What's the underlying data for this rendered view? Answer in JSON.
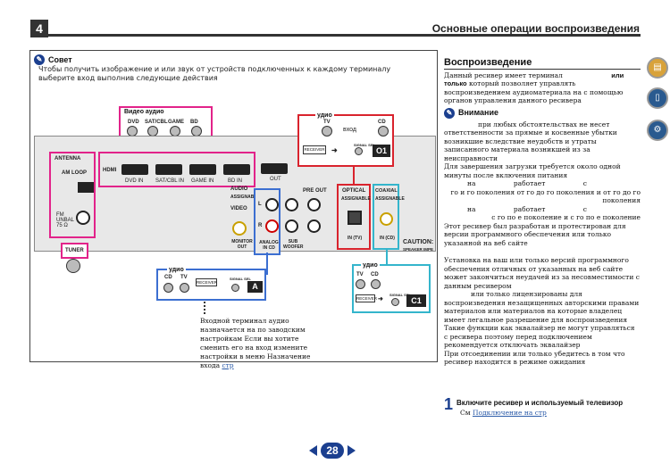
{
  "header": {
    "chapter": "4",
    "title": "Основные операции воспроизведения"
  },
  "tip": {
    "title": "Совет",
    "text": "Чтобы получить изображение и или звук от устройств подключенных к каждому терминалу выберите вход выполнив следующие действия"
  },
  "diagram": {
    "video_audio_label": "Видео аудио",
    "video_audio_buttons": [
      "DVD",
      "SAT/CBL",
      "GAME",
      "BD"
    ],
    "antenna_label": "ANTENNA",
    "am_loop_label": "AM LOOP",
    "fm_label": "FM UNBAL 75 Ω",
    "tuner_button": "TUNER",
    "hdmi_label": "HDMI",
    "hdmi_inputs": [
      "DVD IN",
      "SAT/CBL IN",
      "GAME IN",
      "BD IN"
    ],
    "hdmi_out": "OUT",
    "audio_label": "AUDIO",
    "assignable_label": "ASSIGNABLE",
    "video_label": "VIDEO",
    "monitor_out": "MONITOR OUT",
    "analog_label": "ANALOG IN CD",
    "subwoofer_label": "SUB WOOFER",
    "pre_out_label": "PRE OUT",
    "optical_label": "OPTICAL",
    "optical_assignable": "ASSIGNABLE",
    "optical_in": "IN (TV)",
    "coaxial_label": "COAXIAL",
    "coaxial_assignable": "ASSIGNABLE",
    "coaxial_in": "IN (CD)",
    "caution_label": "CAUTION:",
    "speaker_label": "SPEAKER IMPE",
    "callout_o1": {
      "title": "удио",
      "buttons": [
        "TV",
        "CD"
      ],
      "input_word": "вход",
      "receiver": "RECEIVER",
      "signal_sel": "SIGNAL SEL",
      "badge": "O1"
    },
    "callout_a": {
      "title": "удио",
      "buttons": [
        "CD",
        "TV"
      ],
      "receiver": "RECEIVER",
      "signal_sel": "SIGNAL SEL",
      "badge": "A"
    },
    "callout_c1": {
      "title": "удио",
      "buttons": [
        "TV",
        "CD"
      ],
      "receiver": "RECEIVER",
      "signal_sel": "SIGNAL SEL",
      "badge": "C1"
    },
    "input_note": {
      "text": "Входной терминал аудио назначается на по заводским настройкам Если вы хотите сменить его на вход измените настройки в меню Назначение входа",
      "link": "стр"
    }
  },
  "playback": {
    "title": "Воспроизведение",
    "intro_1": "Данный ресивер имеет терминал",
    "intro_or": "или",
    "intro_only": "только",
    "intro_2": "который позволяет управлять воспроизведением аудиоматериала на с помощью органов управления данного ресивера"
  },
  "note": {
    "title": "Внимание",
    "paragraphs": [
      "при любых обстоятельствах не несет ответственности за прямые и косвенные убытки возникшие вследствие неудобств и утраты записанного материала возникшей из за неисправности",
      "Для завершения загрузки требуется около одной минуты после включения питания",
      "на работает с",
      "го и го поколения от го до го поколения и от го до го поколения",
      "на работает с",
      "с го по е поколение и с го по е поколение",
      "Этот ресивер был разработан и протестирован для версии программного обеспечения или только указанной на веб сайте",
      "Установка на ваш или только версий программного обеспечения отличных от указанных на веб сайте может закончиться неудачей из за несовместимости с данным ресивером",
      "или только лицензированы для воспроизведения незащищенных авторскими правами материалов или материалов на которые владелец имеет легальное разрешение для воспроизведения",
      "Такие функции как эквалайзер не могут управляться с ресивера поэтому перед подключением рекомендуется отключать эквалайзер",
      "При отсоединении или только убедитесь в том что ресивер находится в режиме ожидания"
    ]
  },
  "step": {
    "number": "1",
    "title": "Включите ресивер и используемый телевизор",
    "ref_prefix": "См",
    "ref_link": "Подключение на стр"
  },
  "side_icons": [
    "book-icon",
    "remote-icon",
    "settings-icon"
  ],
  "pager": {
    "page": "28"
  },
  "colors": {
    "brand": "#1b3f8f",
    "pink": "#e2238a",
    "blue": "#3c6fd1",
    "red": "#d9232d",
    "cyan": "#34b5cc"
  }
}
